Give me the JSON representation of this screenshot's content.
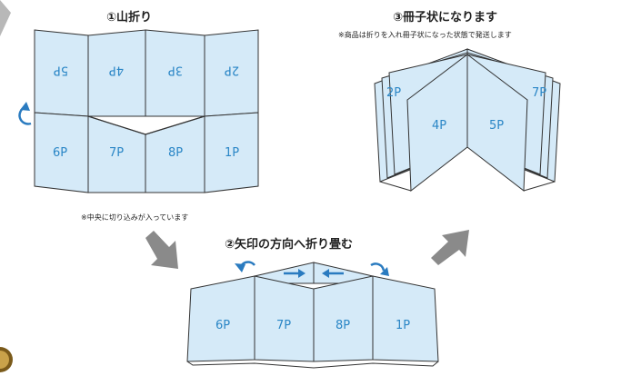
{
  "steps": {
    "step1": {
      "title": "①山折り",
      "note": "※中央に切り込みが入っています"
    },
    "step2": {
      "title": "②矢印の方向へ折り畳む"
    },
    "step3": {
      "title": "③冊子状になります",
      "note": "※商品は折りを入れ冊子状になった状態で発送します"
    }
  },
  "pages": {
    "step1_top": [
      "5P",
      "4P",
      "3P",
      "2P"
    ],
    "step1_bottom": [
      "6P",
      "7P",
      "8P",
      "1P"
    ],
    "step2": [
      "6P",
      "7P",
      "8P",
      "1P"
    ],
    "step3": [
      "2P",
      "4P",
      "5P",
      "7P"
    ]
  },
  "colors": {
    "panel": "#d5eaf8",
    "outline": "#333333",
    "page_label": "#2a86c6",
    "arrow": "#2a7bc0",
    "step_arrow": "#8a8a8a"
  }
}
